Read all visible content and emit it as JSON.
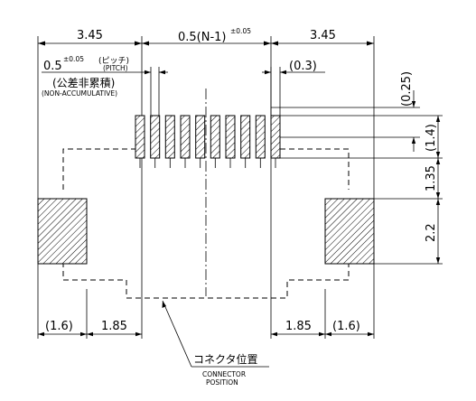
{
  "dimensions": {
    "left_width": "3.45",
    "center_width": "0.5(N-1)",
    "center_tolerance": "±0.05",
    "right_width": "3.45",
    "pitch_value": "0.5",
    "pitch_tolerance": "±0.05",
    "pitch_label_jp": "(ピッチ)",
    "pitch_label_en": "(PITCH)",
    "non_accum_jp": "(公差非累積)",
    "non_accum_en": "(NON-ACCUMULATIVE)",
    "right_gap": "(0.3)",
    "pad_offset": "(0.25)",
    "pad_length": "(1.4)",
    "gap_height": "1.35",
    "hold_height": "2.2",
    "bottom_left_outer": "(1.6)",
    "bottom_left_inner": "1.85",
    "bottom_right_inner": "1.85",
    "bottom_right_outer": "(1.6)"
  },
  "callout": {
    "label_jp": "コネクタ位置",
    "label_en_line1": "CONNECTOR",
    "label_en_line2": "POSITION"
  },
  "pads": {
    "count": 10
  }
}
